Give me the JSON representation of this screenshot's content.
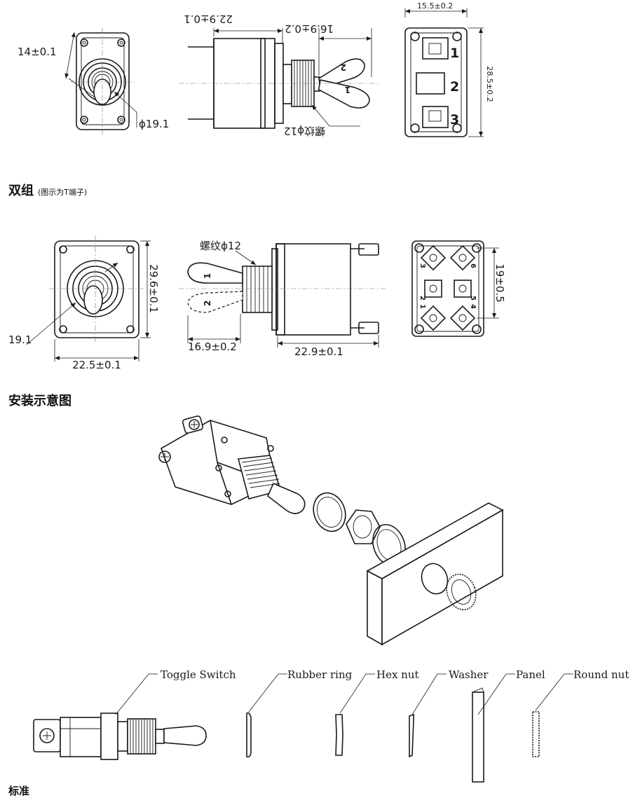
{
  "sections": {
    "double_title": "双组",
    "double_note": "(图示为T端子)",
    "install_title": "安装示意图",
    "bottom_partial": "标准"
  },
  "single_dims": {
    "width": "14±0.1",
    "thread_dia": "ϕ19.1",
    "body_length": "22.9±0.1",
    "lever_length": "16.9±0.2",
    "thread_label": "螺纹ϕ12",
    "back_width": "15.5±0.2",
    "back_height": "28.5±0.2",
    "levers": [
      "2",
      "1"
    ],
    "pins": [
      "1",
      "2",
      "3"
    ]
  },
  "double_dims": {
    "thread_dia": "19.1",
    "height": "29.6±0.1",
    "width": "22.5±0.1",
    "thread_label": "螺纹ϕ12",
    "lever_length": "16.9±0.2",
    "body_length": "22.9±0.1",
    "pin_spacing": "19±0.5",
    "levers": [
      "1",
      "2"
    ],
    "pins": [
      "3",
      "6",
      "2",
      "5",
      "1",
      "4"
    ]
  },
  "parts": [
    "Toggle Switch",
    "Rubber ring",
    "Hex nut",
    "Washer",
    "Panel",
    "Round nut"
  ]
}
